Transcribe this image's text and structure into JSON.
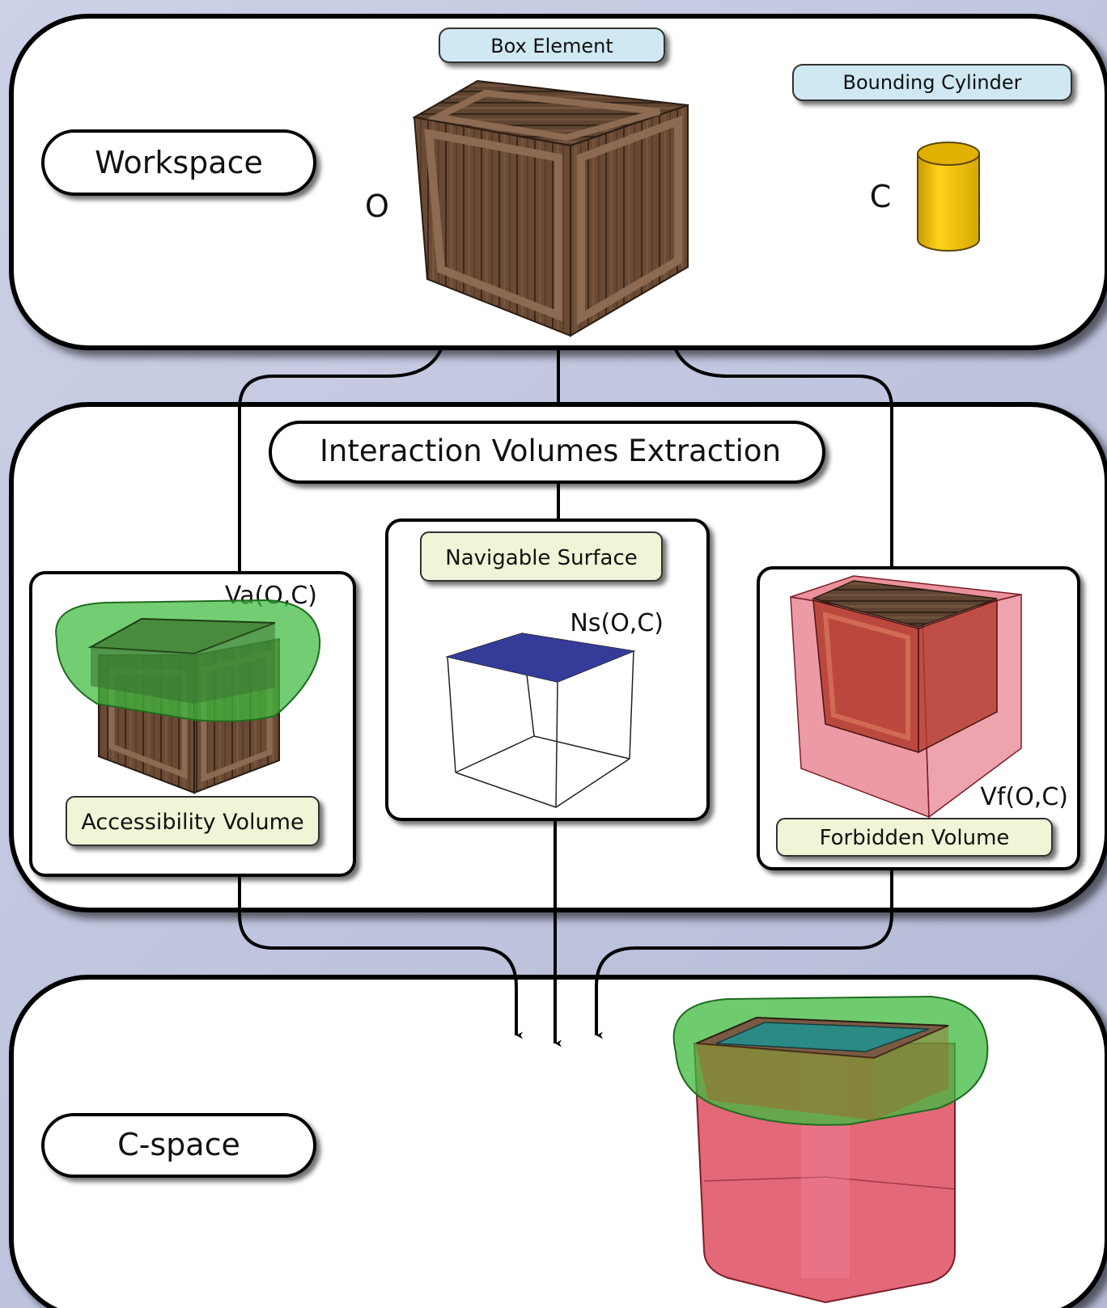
{
  "workspace": {
    "title": "Workspace",
    "box_element_tag": "Box Element",
    "bounding_cylinder_tag": "Bounding Cylinder",
    "object_symbol": "O",
    "cylinder_symbol": "C"
  },
  "extraction": {
    "title": "Interaction Volumes Extraction",
    "accessibility": {
      "symbol": "Va(O,C)",
      "tag": "Accessibility Volume"
    },
    "navigable": {
      "symbol": "Ns(O,C)",
      "tag": "Navigable Surface"
    },
    "forbidden": {
      "symbol": "Vf(O,C)",
      "tag": "Forbidden Volume"
    }
  },
  "cspace": {
    "title": "C-space"
  },
  "colors": {
    "tag_blue": "#cfe8f2",
    "tag_yellow": "#f1f4d6",
    "wood": "#6b4a33",
    "cylinder": "#f2c40a",
    "access_green": "#3dbb3d",
    "forbidden_red": "#d9364b",
    "navigable_blue": "#353b99",
    "teal": "#2c8a86"
  }
}
